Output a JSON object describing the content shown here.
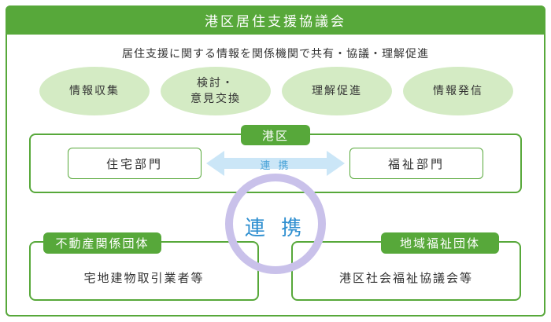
{
  "title": "港区居住支援協議会",
  "subtitle": "居住支援に関する情報を関係機関で共有・協議・理解促進",
  "activities": [
    {
      "label": "情報収集"
    },
    {
      "label": "検討・\n意見交換"
    },
    {
      "label": "理解促進"
    },
    {
      "label": "情報発信"
    }
  ],
  "minato": {
    "tab": "港区",
    "left_dept": "住宅部門",
    "right_dept": "福祉部門",
    "arrow_label": "連 携"
  },
  "center_label": "連 携",
  "groups": [
    {
      "tab": "不動産関係団体",
      "text": "宅地建物取引業者等"
    },
    {
      "tab": "地域福祉団体",
      "text": "港区社会福祉協議会等"
    }
  ],
  "colors": {
    "green": "#57a83a",
    "light_green": "#d4ebc4",
    "ring": "#c9c1ea",
    "arrow": "#cbe6f7",
    "blue_text": "#2f8fd0"
  }
}
